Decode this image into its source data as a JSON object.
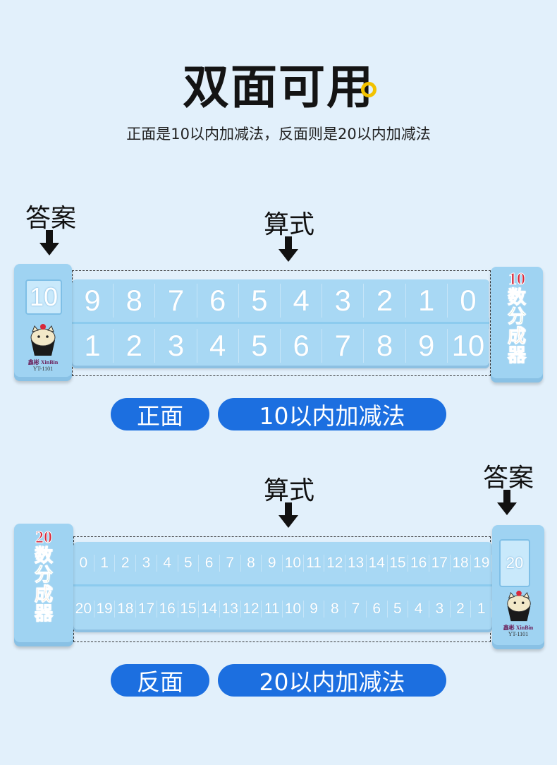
{
  "hero": {
    "title": "双面可用",
    "subtitle": "正面是10以内加减法，反面则是20以内加减法"
  },
  "front": {
    "label_answer": "答案",
    "label_formula": "算式",
    "answer_window": "10",
    "top_row": [
      "9",
      "8",
      "7",
      "6",
      "5",
      "4",
      "3",
      "2",
      "1",
      "0"
    ],
    "bottom_row": [
      "1",
      "2",
      "3",
      "4",
      "5",
      "6",
      "7",
      "8",
      "9",
      "10"
    ],
    "brand": "鑫彬 XinBin",
    "model": "YT-1101",
    "product_label": {
      "number": "10",
      "chars": [
        "数",
        "分",
        "成",
        "器"
      ]
    },
    "pill_side": "正面",
    "pill_desc": "10以内加减法"
  },
  "back": {
    "label_answer": "答案",
    "label_formula": "算式",
    "answer_window": "20",
    "top_row": [
      "0",
      "1",
      "2",
      "3",
      "4",
      "5",
      "6",
      "7",
      "8",
      "9",
      "10",
      "11",
      "12",
      "13",
      "14",
      "15",
      "16",
      "17",
      "18",
      "19"
    ],
    "bottom_row": [
      "20",
      "19",
      "18",
      "17",
      "16",
      "15",
      "14",
      "13",
      "12",
      "11",
      "10",
      "9",
      "8",
      "7",
      "6",
      "5",
      "4",
      "3",
      "2",
      "1"
    ],
    "brand": "鑫彬 XinBin",
    "model": "YT-1101",
    "product_label": {
      "number": "20",
      "chars": [
        "数",
        "分",
        "成",
        "器"
      ]
    },
    "pill_side": "反面",
    "pill_desc": "20以内加减法"
  },
  "colors": {
    "accent_blue": "#1c6fe0",
    "strip_blue": "#a8d8f4",
    "background": "#e2f0fb",
    "label_red": "#d8283a",
    "label_blue": "#1d5fc8",
    "label_green": "#2e8b2e",
    "label_orange": "#e07a10",
    "label_purple": "#7a2fa0",
    "dot_yellow": "#f2c200"
  }
}
